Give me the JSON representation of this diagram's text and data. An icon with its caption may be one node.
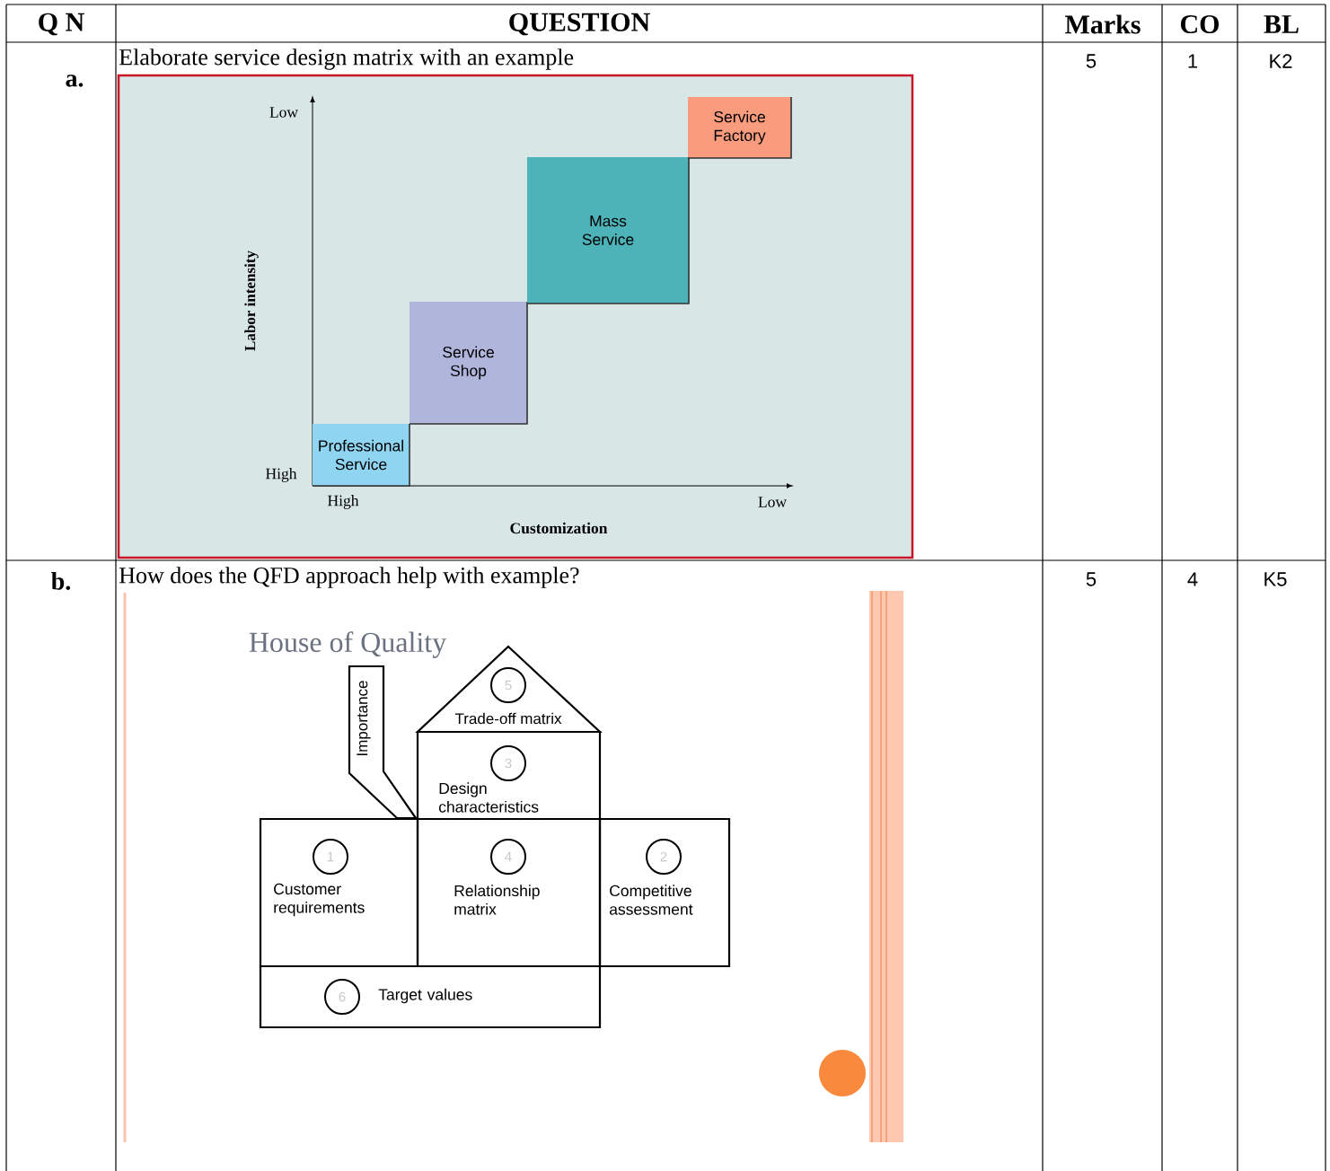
{
  "diagram": {
    "title": "House of Quality",
    "nodes": [
      {
        "text": [
          "Professional Service"
        ]
      },
      {
        "text": [
          "Service Shop"
        ]
      },
      {
        "text": [
          "Mass Service"
        ]
      },
      {
        "text": [
          "Service Factory"
        ]
      },
      {
        "text": [
          "Importance"
        ]
      },
      {
        "text": [
          "Trade-off matrix"
        ]
      },
      {
        "text": [
          "5"
        ],
        "in": 5
      },
      {
        "text": [
          "Design characteristics"
        ]
      },
      {
        "text": [
          "3"
        ],
        "in": 7
      },
      {
        "text": [
          "Customer requirements"
        ]
      },
      {
        "text": [
          "1"
        ],
        "in": 9
      },
      {
        "text": [
          "Relationship matrix"
        ]
      },
      {
        "text": [
          "4"
        ],
        "in": 11
      },
      {
        "text": [
          "Competitive assessment"
        ]
      },
      {
        "text": [
          "2"
        ],
        "in": 13
      },
      {
        "text": [
          "Target values"
        ]
      },
      {
        "text": [
          "6"
        ],
        "in": 15
      }
    ],
    "labels": [
      "Q N",
      "QUESTION",
      "Marks",
      "CO",
      "BL",
      "a.",
      "Elaborate service design matrix with an example",
      "5",
      "1",
      "K2",
      "Low",
      "Labor intensity",
      "High",
      "High",
      "Low",
      "Customization",
      "b.",
      "How does the QFD approach help with example?",
      "5",
      "4",
      "K5"
    ]
  }
}
